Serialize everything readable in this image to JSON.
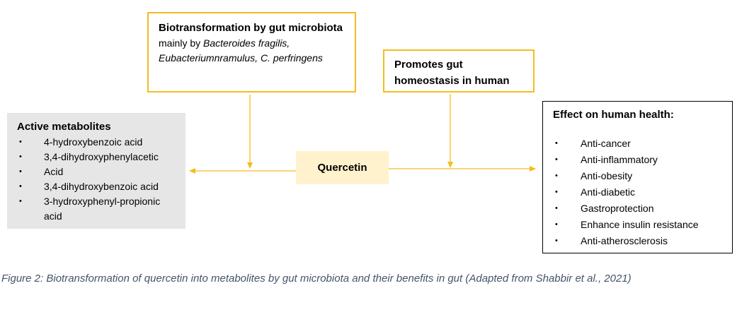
{
  "biotransformation": {
    "title": "Biotransformation by gut microbiota",
    "description_prefix": "mainly by ",
    "description_species": "Bacteroides fragilis, Eubacteriumnramulus, C. perfringens"
  },
  "promotes": {
    "title": "Promotes gut homeostasis in human"
  },
  "active_metabolites": {
    "title": "Active metabolites",
    "items": [
      "4-hydroxybenzoic acid",
      "3,4-dihydroxyphenylacetic",
      "Acid",
      "3,4-dihydroxybenzoic acid",
      "3-hydroxyphenyl-propionic acid"
    ]
  },
  "center": {
    "label": "Quercetin"
  },
  "effects": {
    "title": "Effect on human health:",
    "items": [
      "Anti-cancer",
      "Anti-inflammatory",
      "Anti-obesity",
      "Anti-diabetic",
      "Gastroprotection",
      "Enhance insulin resistance",
      "Anti-atherosclerosis"
    ]
  },
  "bullet_glyph": "•",
  "colors": {
    "arrow": "#F4BD1D",
    "box_border_accent": "#F4BD1D",
    "center_fill": "#FFF2CC",
    "metabolites_fill": "#E7E6E6",
    "caption_text": "#44546A"
  },
  "caption": "Figure 2: Biotransformation of quercetin into metabolites by gut microbiota and their benefits in gut (Adapted from Shabbir et al., 2021)"
}
